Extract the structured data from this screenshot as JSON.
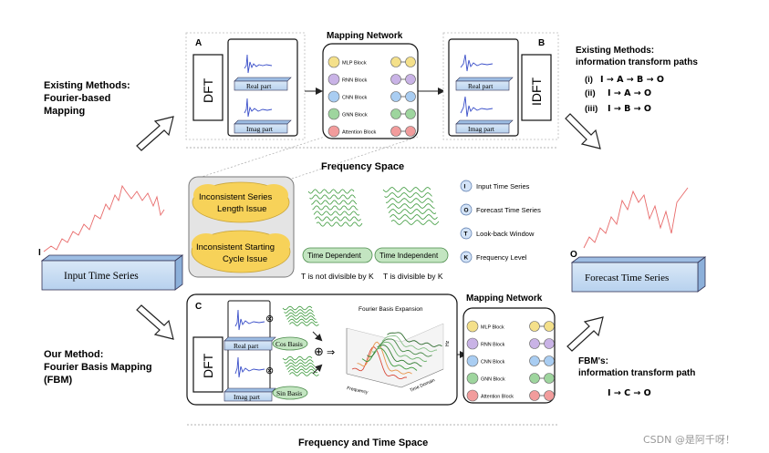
{
  "left": {
    "existing_title": "Existing Methods:",
    "existing_sub1": "Fourier-based",
    "existing_sub2": "Mapping",
    "ours_title": "Our Method:",
    "ours_sub1": "Fourier Basis Mapping",
    "ours_sub2": "(FBM)",
    "input_letter": "I",
    "input_label": "Input Time Series"
  },
  "panel_a": {
    "letter": "A",
    "dft": "DFT",
    "real": "Real part",
    "imag": "Imag part"
  },
  "panel_b": {
    "letter": "B",
    "idft": "IDFT",
    "real": "Real part",
    "imag": "Imag part"
  },
  "mapping_top": {
    "title": "Mapping Network",
    "blocks": [
      "MLP Block",
      "RNN Block",
      "CNN Block",
      "GNN Block",
      "Attention Block"
    ]
  },
  "mapping_bottom": {
    "title": "Mapping Network",
    "blocks": [
      "MLP Block",
      "RNN Block",
      "CNN Block",
      "GNN Block",
      "Attention Block"
    ]
  },
  "block_colors": [
    "#f4e08a",
    "#c9b3e6",
    "#a9cdf2",
    "#9ed59e",
    "#f29c9c"
  ],
  "frequency_space": "Frequency Space",
  "freq_time_space": "Frequency and Time Space",
  "issues": {
    "issue1_l1": "Inconsistent Series",
    "issue1_l2": "Length Issue",
    "issue2_l1": "Inconsistent Starting",
    "issue2_l2": "Cycle Issue",
    "time_dependent": "Time Dependent",
    "time_independent": "Time Independent",
    "not_divisible": "T is not divisible by K",
    "divisible": "T is divisible by K"
  },
  "legend": [
    {
      "symbol": "I",
      "label": "Input Time Series"
    },
    {
      "symbol": "O",
      "label": "Forecast Time Series"
    },
    {
      "symbol": "T",
      "label": "Look-back Window"
    },
    {
      "symbol": "K",
      "label": "Frequency Level"
    }
  ],
  "panel_c": {
    "letter": "C",
    "dft": "DFT",
    "real": "Real part",
    "imag": "Imag part",
    "cos": "Cos Basis",
    "sin": "Sin Basis",
    "expansion_title": "Fourier Basis Expansion",
    "axis_x": "Frequency",
    "axis_y": "Time Domain",
    "axis_z": "Hz"
  },
  "right": {
    "existing_title": "Existing Methods:",
    "existing_sub": "information transform paths",
    "path1_num": "(i)",
    "path1": "I → A → B → O",
    "path2_num": "(ii)",
    "path2": "I → A → O",
    "path3_num": "(iii)",
    "path3": "I → B → O",
    "output_letter": "O",
    "output_label": "Forecast Time Series",
    "fbm_title": "FBM's:",
    "fbm_sub": "information transform path",
    "fbm_path": "I → C → O"
  },
  "watermark": "CSDN @是阿千呀！"
}
